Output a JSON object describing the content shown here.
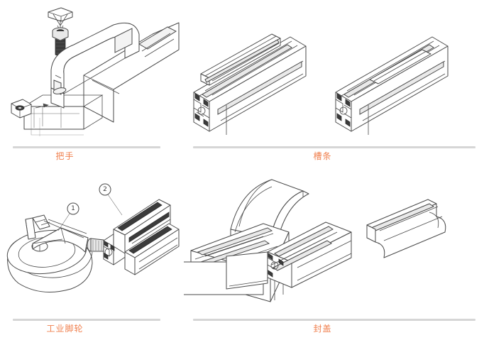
{
  "page": {
    "title": "Aluminium Profile Accessories Catalog",
    "background_color": "#ffffff",
    "caption_color": "#f0804f",
    "rule_color": "#d6d6d6",
    "columns": 2,
    "rows": 2
  },
  "cells": [
    {
      "id": "handle",
      "caption": "把手",
      "figure_name": "handle-assembly-drawing",
      "alt": "Isometric line drawing of a handle mounted to an aluminium extrusion with a cap-head screw above and a T-slot nut below",
      "parts": [
        {
          "name": "cap-head-screw",
          "label": ""
        },
        {
          "name": "handle-body",
          "label": ""
        },
        {
          "name": "t-slot-nut",
          "label": ""
        },
        {
          "name": "extrusion-rail",
          "label": ""
        }
      ]
    },
    {
      "id": "slot-strip",
      "caption": "槽条",
      "figure_name": "slot-cover-strip-drawing",
      "alt": "Two isometric aluminium extrusion profiles, one with a slot cover strip lifted out and one with the strip seated in the groove",
      "parts": [
        {
          "name": "extrusion-profile-left",
          "label": ""
        },
        {
          "name": "cover-strip",
          "label": ""
        },
        {
          "name": "extrusion-profile-right",
          "label": ""
        }
      ]
    },
    {
      "id": "caster",
      "caption": "工业脚轮",
      "figure_name": "industrial-caster-drawing",
      "alt": "Isometric line drawing of a swivel caster wheel being fastened into the end of an aluminium extrusion profile",
      "parts": [
        {
          "name": "caster-wheel",
          "label": "1"
        },
        {
          "name": "extrusion-profile",
          "label": "2"
        }
      ],
      "callouts": [
        {
          "number": "1",
          "target": "caster-wheel"
        },
        {
          "number": "2",
          "target": "extrusion-profile"
        }
      ]
    },
    {
      "id": "end-cap",
      "caption": "封盖",
      "figure_name": "end-cap-drawing",
      "alt": "Isometric line drawings of end caps: a rounded cap above a square profile end, and a flat cap plate beside a rounded-end profile",
      "parts": [
        {
          "name": "round-end-cap",
          "label": ""
        },
        {
          "name": "square-profile-end",
          "label": ""
        },
        {
          "name": "flat-cap-plate",
          "label": ""
        },
        {
          "name": "rounded-profile-end",
          "label": ""
        }
      ]
    }
  ]
}
